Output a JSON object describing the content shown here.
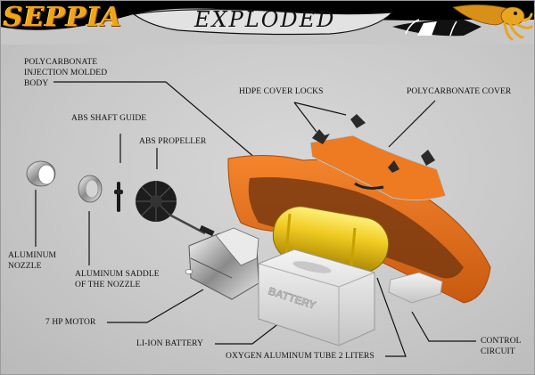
{
  "header": {
    "logo_text": "SEPPIA",
    "title": "EXPLODED",
    "mascot_icon": "cuttlefish-mascot",
    "colors": {
      "logo": "#f0a418",
      "banner_black": "#000000",
      "banner_gray": "#c8c8c8",
      "body_orange": "#e8701e",
      "tank_yellow": "#e8c020"
    }
  },
  "labels": {
    "body": "POLYCARBONATE\nINJECTION MOLDED\nBODY",
    "cover_locks": "HDPE COVER LOCKS",
    "cover": "POLYCARBONATE COVER",
    "shaft_guide": "ABS SHAFT GUIDE",
    "propeller": "ABS PROPELLER",
    "nozzle": "ALUMINUM\nNOZZLE",
    "saddle": "ALUMINUM SADDLE\nOF THE NOZZLE",
    "motor": "7 HP MOTOR",
    "battery": "LI-ION BATTERY",
    "tube": "OXYGEN ALUMINUM TUBE 2 LITERS",
    "circuit": "CONTROL\nCIRCUIT",
    "battery_embossed": "BATTERY"
  }
}
